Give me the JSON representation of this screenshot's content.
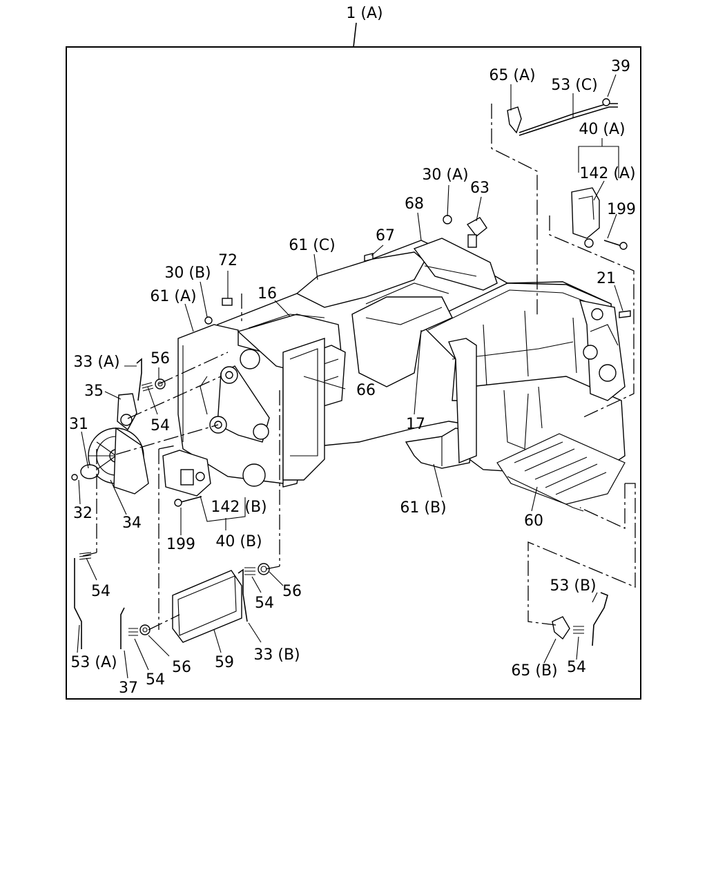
{
  "diagram": {
    "assembly_label": "1 (A)",
    "callouts": {
      "c_65A": "65 (A)",
      "c_53C": "53 (C)",
      "c_39": "39",
      "c_40A": "40 (A)",
      "c_142A": "142 (A)",
      "c_199_top": "199",
      "c_30A": "30 (A)",
      "c_63": "63",
      "c_68": "68",
      "c_67": "67",
      "c_61C": "61 (C)",
      "c_72": "72",
      "c_30B": "30 (B)",
      "c_16": "16",
      "c_61A": "61 (A)",
      "c_21": "21",
      "c_33A": "33 (A)",
      "c_56_a": "56",
      "c_35": "35",
      "c_66": "66",
      "c_54_a": "54",
      "c_31": "31",
      "c_17": "17",
      "c_142B": "142 (B)",
      "c_61B": "61 (B)",
      "c_32": "32",
      "c_34": "34",
      "c_60": "60",
      "c_199_bot": "199",
      "c_40B": "40 (B)",
      "c_54_b": "54",
      "c_56_b": "56",
      "c_53B": "53 (B)",
      "c_54_c": "54",
      "c_53A": "53 (A)",
      "c_56_c": "56",
      "c_59": "59",
      "c_33B": "33 (B)",
      "c_65B": "65 (B)",
      "c_54_d": "54",
      "c_37": "37",
      "c_54_e": "54"
    }
  }
}
